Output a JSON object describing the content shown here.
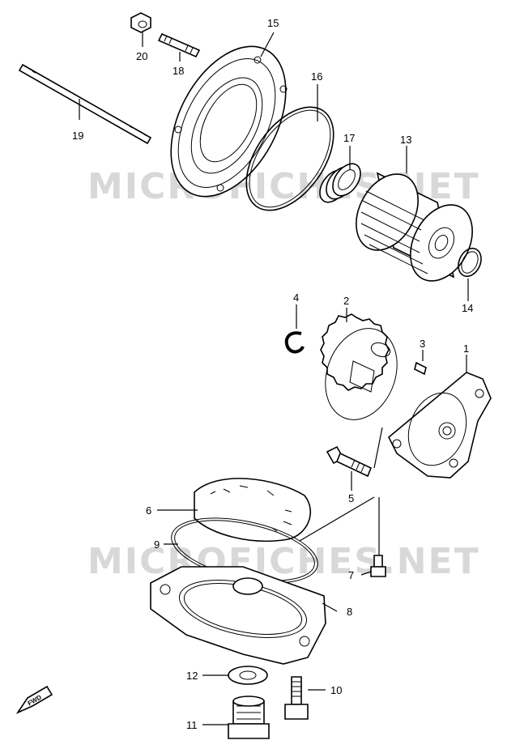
{
  "watermark": "MICROFICHES.NET",
  "fwd_label": "FWD",
  "callouts": [
    {
      "id": "1",
      "text": "1"
    },
    {
      "id": "2",
      "text": "2"
    },
    {
      "id": "3",
      "text": "3"
    },
    {
      "id": "4",
      "text": "4"
    },
    {
      "id": "5",
      "text": "5"
    },
    {
      "id": "6",
      "text": "6"
    },
    {
      "id": "7",
      "text": "7"
    },
    {
      "id": "8",
      "text": "8"
    },
    {
      "id": "9",
      "text": "9"
    },
    {
      "id": "10",
      "text": "10"
    },
    {
      "id": "11",
      "text": "11"
    },
    {
      "id": "12",
      "text": "12"
    },
    {
      "id": "13",
      "text": "13"
    },
    {
      "id": "14",
      "text": "14"
    },
    {
      "id": "15",
      "text": "15"
    },
    {
      "id": "16",
      "text": "16"
    },
    {
      "id": "17",
      "text": "17"
    },
    {
      "id": "18",
      "text": "18"
    },
    {
      "id": "19",
      "text": "19"
    },
    {
      "id": "20",
      "text": "20"
    }
  ]
}
